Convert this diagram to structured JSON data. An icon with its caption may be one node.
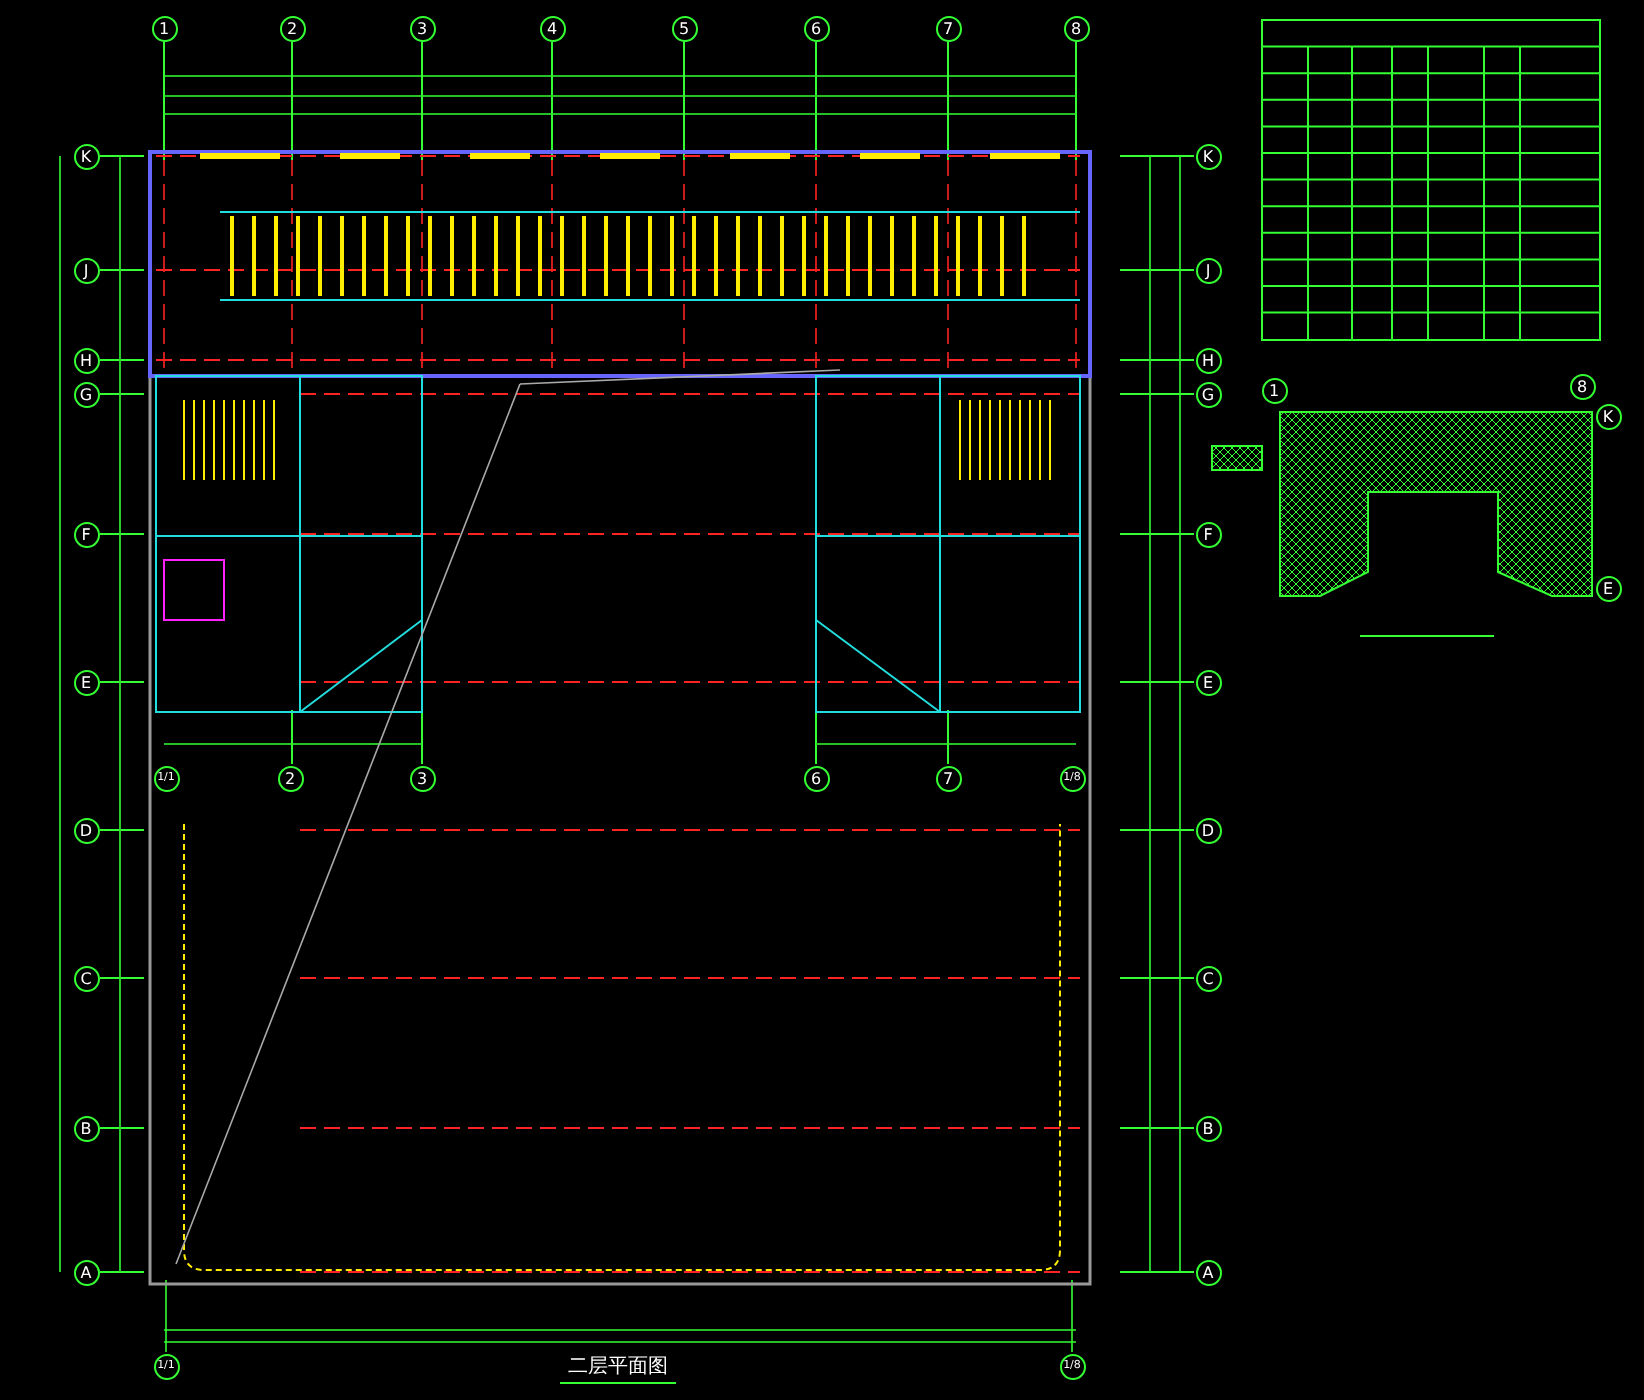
{
  "diagram": {
    "title": "二层平面图",
    "labels": [
      "1",
      "2",
      "3",
      "4",
      "5",
      "6",
      "7",
      "8",
      "K",
      "K",
      "J",
      "J",
      "H",
      "H",
      "G",
      "G",
      "F",
      "F",
      "E",
      "E",
      "D",
      "D",
      "C",
      "C",
      "B",
      "B",
      "A",
      "A",
      "1",
      "8",
      "K",
      "E",
      "1/1",
      "2",
      "3",
      "6",
      "7",
      "1/8",
      "1/1",
      "1/8"
    ]
  }
}
